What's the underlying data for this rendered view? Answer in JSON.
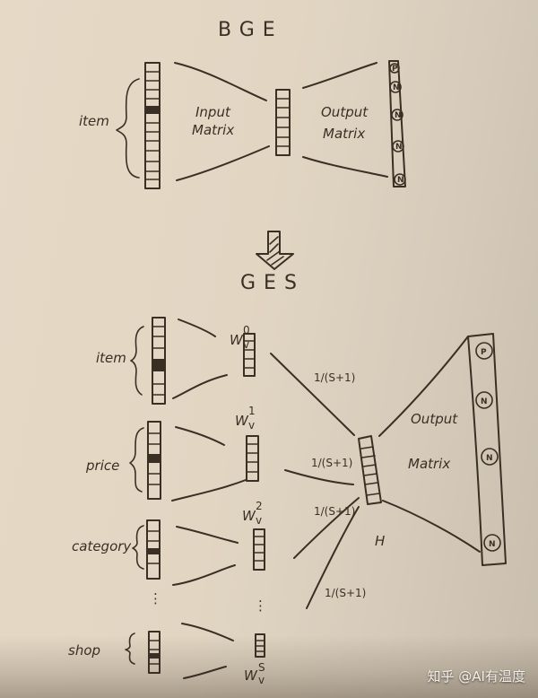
{
  "bge": {
    "title": "BGE",
    "input_label": "item",
    "input_matrix_line1": "Input",
    "input_matrix_line2": "Matrix",
    "output_matrix_line1": "Output",
    "output_matrix_line2": "Matrix",
    "output_nodes": [
      "P",
      "N",
      "N",
      "N",
      "N"
    ]
  },
  "arrow": {
    "icon": "down-arrow-icon"
  },
  "ges": {
    "title": "GES",
    "fields": [
      {
        "label": "item",
        "weight": "W",
        "sup": "0",
        "sub": "v"
      },
      {
        "label": "price",
        "weight": "W",
        "sup": "1",
        "sub": "v"
      },
      {
        "label": "category",
        "weight": "W",
        "sup": "2",
        "sub": "v"
      },
      {
        "label": "shop",
        "weight": "W",
        "sup": "S",
        "sub": "v"
      }
    ],
    "ellipsis": "⋮",
    "edge_weights": [
      "1/(S+1)",
      "1/(S+1)",
      "1/(S+1)",
      "1/(S+1)"
    ],
    "hidden_label": "H",
    "output_matrix_line1": "Output",
    "output_matrix_line2": "Matrix",
    "output_nodes": [
      "P",
      "N",
      "N",
      "N"
    ]
  },
  "watermark": "知乎 @AI有温度",
  "colors": {
    "paper": "#e2d6c3",
    "ink": "#3a2f25"
  }
}
